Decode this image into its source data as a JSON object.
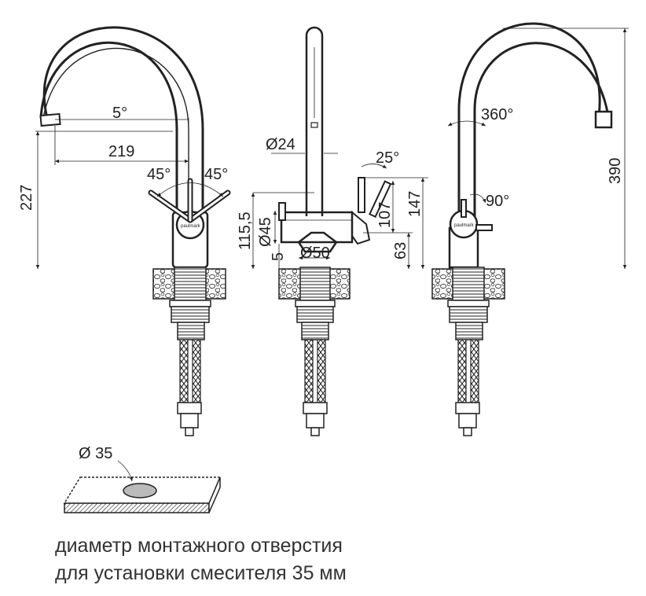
{
  "views": {
    "left": {
      "dims": {
        "angle_spout": "5°",
        "reach": "219",
        "angle_left": "45°",
        "angle_right": "45°",
        "height": "227"
      },
      "brand": "paulmark"
    },
    "middle": {
      "dims": {
        "tube_dia": "Ø24",
        "lever_angle": "25°",
        "body_dia": "Ø45",
        "base_height": "115,5",
        "gap": "5",
        "base_dia": "Ø50",
        "lever_height": "107",
        "total_height": "147",
        "side_height": "63"
      }
    },
    "right": {
      "dims": {
        "rotation": "360°",
        "lever_angle": "90°",
        "height": "390"
      },
      "brand": "paulmark"
    }
  },
  "hole": {
    "label": "Ø 35"
  },
  "caption": {
    "line1": "диаметр монтажного отверстия",
    "line2": "для установки смесителя 35 мм"
  }
}
